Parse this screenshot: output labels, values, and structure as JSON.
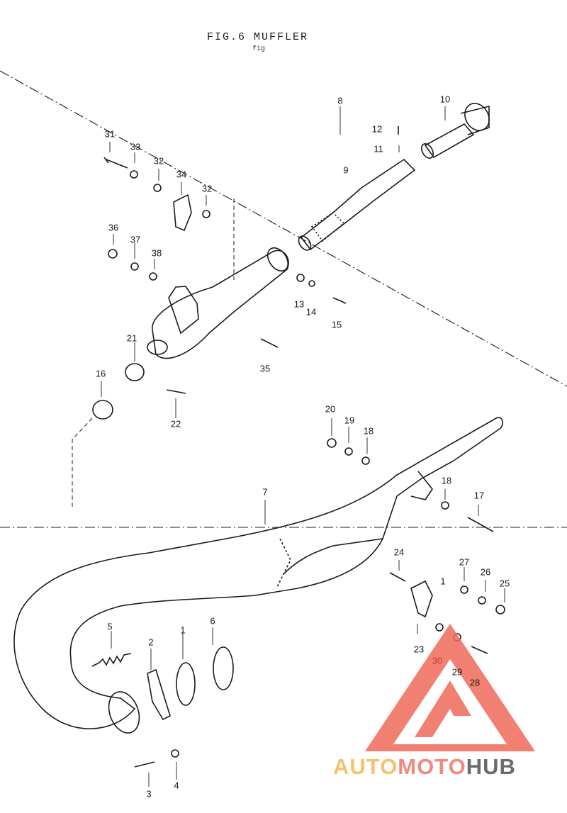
{
  "figure": {
    "title": "FIG.6  MUFFLER",
    "subtitle": "fig"
  },
  "callouts": [
    {
      "id": "1a",
      "text": "1"
    },
    {
      "id": "2",
      "text": "2"
    },
    {
      "id": "3",
      "text": "3"
    },
    {
      "id": "4",
      "text": "4"
    },
    {
      "id": "5",
      "text": "5"
    },
    {
      "id": "6",
      "text": "6"
    },
    {
      "id": "7",
      "text": "7"
    },
    {
      "id": "8",
      "text": "8"
    },
    {
      "id": "9",
      "text": "9"
    },
    {
      "id": "10",
      "text": "10"
    },
    {
      "id": "11",
      "text": "11"
    },
    {
      "id": "12",
      "text": "12"
    },
    {
      "id": "13",
      "text": "13"
    },
    {
      "id": "14",
      "text": "14"
    },
    {
      "id": "15",
      "text": "15"
    },
    {
      "id": "16",
      "text": "16"
    },
    {
      "id": "17",
      "text": "17"
    },
    {
      "id": "18a",
      "text": "18"
    },
    {
      "id": "18b",
      "text": "18"
    },
    {
      "id": "19",
      "text": "19"
    },
    {
      "id": "20",
      "text": "20"
    },
    {
      "id": "21",
      "text": "21"
    },
    {
      "id": "22",
      "text": "22"
    },
    {
      "id": "23",
      "text": "23"
    },
    {
      "id": "24",
      "text": "24"
    },
    {
      "id": "25",
      "text": "25"
    },
    {
      "id": "26",
      "text": "26"
    },
    {
      "id": "27",
      "text": "27"
    },
    {
      "id": "28",
      "text": "28"
    },
    {
      "id": "29",
      "text": "29"
    },
    {
      "id": "30",
      "text": "30"
    },
    {
      "id": "31",
      "text": "31"
    },
    {
      "id": "32a",
      "text": "32"
    },
    {
      "id": "32b",
      "text": "32"
    },
    {
      "id": "33",
      "text": "33"
    },
    {
      "id": "34",
      "text": "34"
    },
    {
      "id": "35",
      "text": "35"
    },
    {
      "id": "36",
      "text": "36"
    },
    {
      "id": "37",
      "text": "37"
    },
    {
      "id": "38",
      "text": "38"
    },
    {
      "id": "1b",
      "text": "1"
    }
  ],
  "logo": {
    "part1": "AUTO",
    "part2": "MOTO",
    "part3": "HUB",
    "colors": {
      "auto": "#f5c26b",
      "moto": "#f08a7a",
      "hub": "#6b6b6b",
      "triangle": "#f06a5a"
    }
  }
}
